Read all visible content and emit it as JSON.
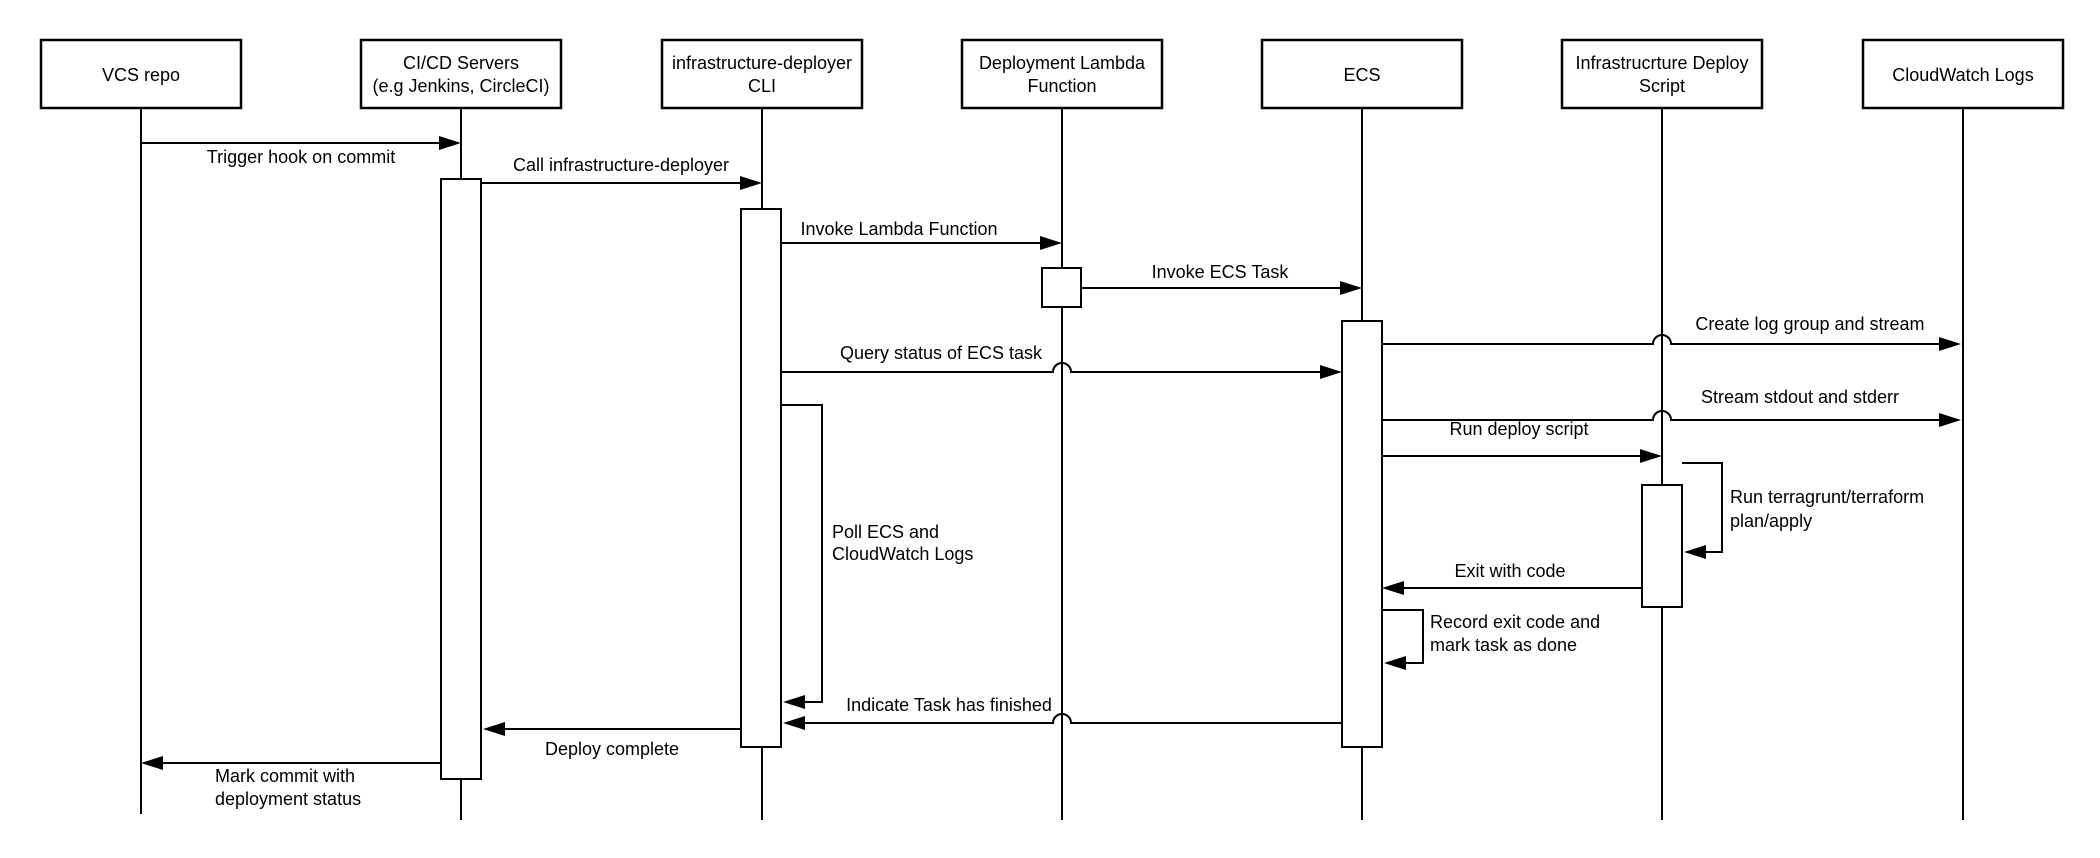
{
  "diagram": {
    "type": "uml-sequence-diagram",
    "background_color": "#ffffff",
    "stroke_color": "#000000",
    "text_color": "#000000",
    "actors": [
      {
        "id": "vcs",
        "lines": [
          "VCS repo"
        ]
      },
      {
        "id": "cicd",
        "lines": [
          "CI/CD Servers",
          "(e.g Jenkins, CircleCI)"
        ]
      },
      {
        "id": "cli",
        "lines": [
          "infrastructure-deployer",
          "CLI"
        ]
      },
      {
        "id": "lambda",
        "lines": [
          "Deployment Lambda",
          "Function"
        ]
      },
      {
        "id": "ecs",
        "lines": [
          "ECS"
        ]
      },
      {
        "id": "deploy_script",
        "lines": [
          "Infrastrucrture Deploy",
          "Script"
        ]
      },
      {
        "id": "cloudwatch",
        "lines": [
          "CloudWatch Logs"
        ]
      }
    ],
    "messages": {
      "trigger_hook": {
        "from": "vcs",
        "to": "cicd",
        "label": "Trigger hook on commit"
      },
      "call_deployer": {
        "from": "cicd",
        "to": "cli",
        "label": "Call infrastructure-deployer"
      },
      "invoke_lambda": {
        "from": "cli",
        "to": "lambda",
        "label": "Invoke Lambda Function"
      },
      "invoke_ecs": {
        "from": "lambda",
        "to": "ecs",
        "label": "Invoke ECS Task"
      },
      "create_log": {
        "from": "ecs",
        "to": "cloudwatch",
        "label": "Create log group and stream"
      },
      "query_status": {
        "from": "cli",
        "to": "ecs",
        "label": "Query status of ECS task"
      },
      "stream_stdout": {
        "from": "ecs",
        "to": "cloudwatch",
        "label": "Stream stdout and stderr"
      },
      "run_deploy": {
        "from": "ecs",
        "to": "deploy_script",
        "label": "Run deploy script"
      },
      "run_terragrunt": {
        "from": "deploy_script",
        "to": "deploy_script",
        "lines": [
          "Run terragrunt/terraform",
          "plan/apply"
        ]
      },
      "exit_code": {
        "from": "deploy_script",
        "to": "ecs",
        "label": "Exit with code"
      },
      "record_exit": {
        "from": "ecs",
        "to": "ecs",
        "lines": [
          "Record exit code and",
          "mark task as done"
        ]
      },
      "poll": {
        "from": "cli",
        "to": "cli",
        "lines": [
          "Poll ECS and",
          "CloudWatch Logs"
        ]
      },
      "indicate_finished": {
        "from": "ecs",
        "to": "cli",
        "label": "Indicate Task has finished"
      },
      "deploy_complete": {
        "from": "cli",
        "to": "cicd",
        "label": "Deploy complete"
      },
      "mark_commit": {
        "from": "cicd",
        "to": "vcs",
        "lines": [
          "Mark commit with",
          "deployment status"
        ]
      }
    }
  }
}
